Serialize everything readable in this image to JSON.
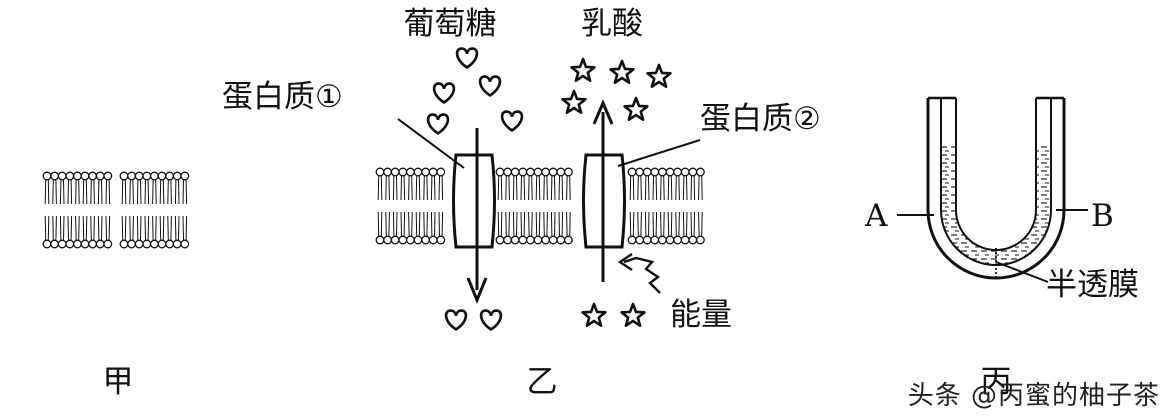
{
  "panels": {
    "jia": {
      "caption": "甲"
    },
    "yi": {
      "caption": "乙",
      "glucose_label": "葡萄糖",
      "lactate_label": "乳酸",
      "protein1_label": "蛋白质①",
      "protein2_label": "蛋白质②",
      "energy_label": "能量"
    },
    "bing": {
      "caption": "丙",
      "label_a": "A",
      "label_b": "B",
      "membrane_label": "半透膜"
    }
  },
  "watermark": "头条 @丙蜜的柚子茶",
  "colors": {
    "ink": "#111111",
    "background": "#ffffff"
  }
}
